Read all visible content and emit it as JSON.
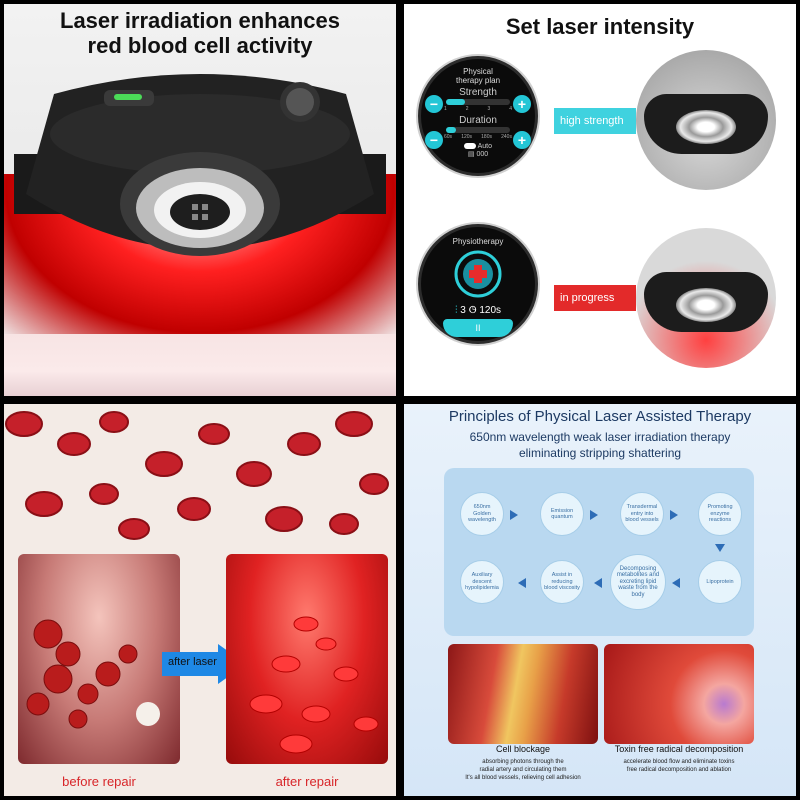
{
  "panel1": {
    "title_line1": "Laser irradiation enhances",
    "title_line2": "red blood cell activity"
  },
  "panel2": {
    "title": "Set laser intensity",
    "screen1": {
      "plan_line1": "Physical",
      "plan_line2": "therapy plan",
      "strength_label": "Strength",
      "strength_ticks": [
        "1",
        "2",
        "3",
        "4"
      ],
      "strength_level": 0.3,
      "duration_label": "Duration",
      "duration_ticks": [
        "60s",
        "120s",
        "180s",
        "240s"
      ],
      "duration_level": 0.15,
      "auto_label": "Auto",
      "counter": "000"
    },
    "tag_high": "high strength",
    "screen2": {
      "title": "Physiotherapy",
      "count": "3",
      "time": "120s",
      "pause_symbol": "II"
    },
    "tag_progress": "in progress"
  },
  "panel3": {
    "arrow_label": "after laser",
    "caption_before": "before repair",
    "caption_after": "after repair"
  },
  "panel4": {
    "title": "Principles of Physical Laser Assisted Therapy",
    "subtitle1": "650nm wavelength weak laser irradiation therapy",
    "subtitle2": "eliminating stripping shattering",
    "nodes": [
      "650nm Golden wavelength",
      "Emission quantum",
      "Transdermal entry into blood vessels",
      "Promoting enzyme reactions",
      "Lipoprotein",
      "Decomposing metabolites and excreting lipid waste from the body",
      "Assist in reducing blood viscosity",
      "Auxiliary descent hypolipidemia"
    ],
    "card1": {
      "title": "Cell blockage",
      "desc1": "absorbing photons through the",
      "desc2": "radial artery and circulating them",
      "desc3": "It's all blood vessels, relieving cell adhesion"
    },
    "card2": {
      "title": "Toxin free radical decomposition",
      "desc1": "accelerate blood flow and eliminate toxins",
      "desc2": "free radical decomposition and ablation"
    }
  },
  "colors": {
    "accent_cyan": "#3fd2df",
    "laser_red": "#e32a2a",
    "caption_red": "#d8262a",
    "flow_blue": "#2d6cb6"
  }
}
